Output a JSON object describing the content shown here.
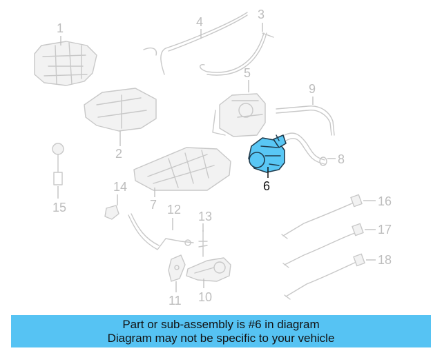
{
  "diagram": {
    "highlight_color": "#59c7f5",
    "callouts": [
      {
        "id": "1",
        "text": "1"
      },
      {
        "id": "2",
        "text": "2"
      },
      {
        "id": "3",
        "text": "3"
      },
      {
        "id": "4",
        "text": "4"
      },
      {
        "id": "5",
        "text": "5"
      },
      {
        "id": "6",
        "text": "6"
      },
      {
        "id": "7",
        "text": "7"
      },
      {
        "id": "8",
        "text": "8"
      },
      {
        "id": "9",
        "text": "9"
      },
      {
        "id": "10",
        "text": "10"
      },
      {
        "id": "11",
        "text": "11"
      },
      {
        "id": "12",
        "text": "12"
      },
      {
        "id": "13",
        "text": "13"
      },
      {
        "id": "14",
        "text": "14"
      },
      {
        "id": "15",
        "text": "15"
      },
      {
        "id": "16",
        "text": "16"
      },
      {
        "id": "17",
        "text": "17"
      },
      {
        "id": "18",
        "text": "18"
      }
    ]
  },
  "banner": {
    "line1": "Part or sub-assembly is #6 in diagram",
    "line2": "Diagram may not be specific to your vehicle",
    "color": "#56c3f3"
  }
}
